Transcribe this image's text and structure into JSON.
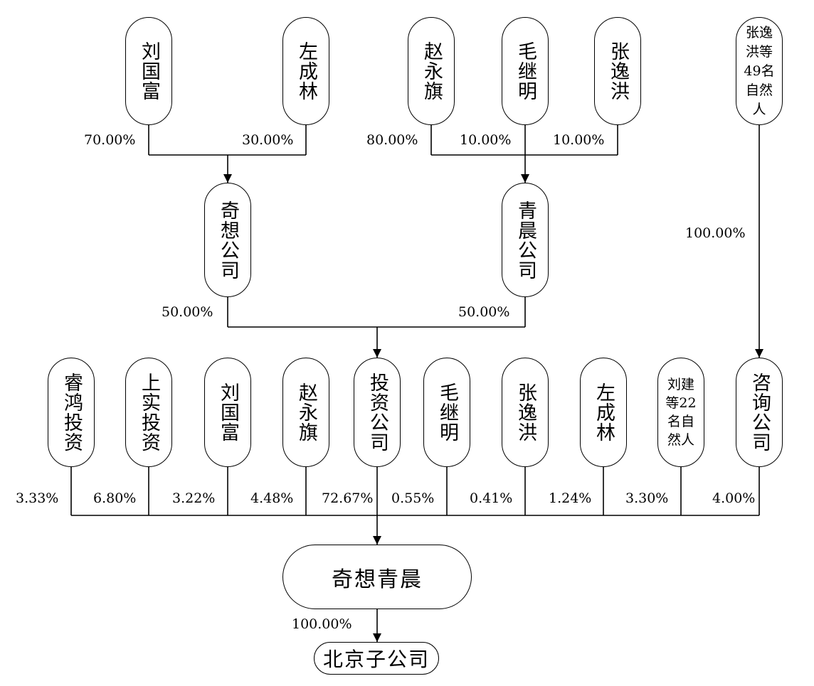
{
  "nodes": {
    "top_liu_guofu": "刘国富",
    "top_zuo_chenglin": "左成林",
    "top_zhao_yongqi": "赵永旗",
    "top_mao_jiming": "毛继明",
    "top_zhang_yihong": "张逸洪",
    "top_zhang_yihong_49": "张逸洪等49名自然人",
    "qixiang_company": "奇想公司",
    "qingchen_company": "青晨公司",
    "ruihong_invest": "睿鸿投资",
    "shangshi_invest": "上实投资",
    "mid_liu_guofu": "刘国富",
    "mid_zhao_yongqi": "赵永旗",
    "invest_company": "投资公司",
    "mid_mao_jiming": "毛继明",
    "mid_zhang_yihong": "张逸洪",
    "mid_zuo_chenglin": "左成林",
    "liu_jian_22": "刘建等22名自然人",
    "consult_company": "咨询公司",
    "qixiang_qingchen": "奇想青晨",
    "beijing_sub": "北京子公司"
  },
  "percentages": {
    "liu_guofu_to_qixiang": "70.00%",
    "zuo_chenglin_to_qixiang": "30.00%",
    "zhao_yongqi_to_qingchen": "80.00%",
    "mao_jiming_to_qingchen": "10.00%",
    "zhang_yihong_to_qingchen": "10.00%",
    "group49_to_consult": "100.00%",
    "qixiang_to_invest": "50.00%",
    "qingchen_to_invest": "50.00%",
    "ruihong": "3.33%",
    "shangshi": "6.80%",
    "liu_guofu": "3.22%",
    "zhao_yongqi": "4.48%",
    "invest_company": "72.67%",
    "mao_jiming": "0.55%",
    "zhang_yihong": "0.41%",
    "zuo_chenglin": "1.24%",
    "liu_jian_22": "3.30%",
    "consult_company": "4.00%",
    "to_beijing": "100.00%"
  }
}
